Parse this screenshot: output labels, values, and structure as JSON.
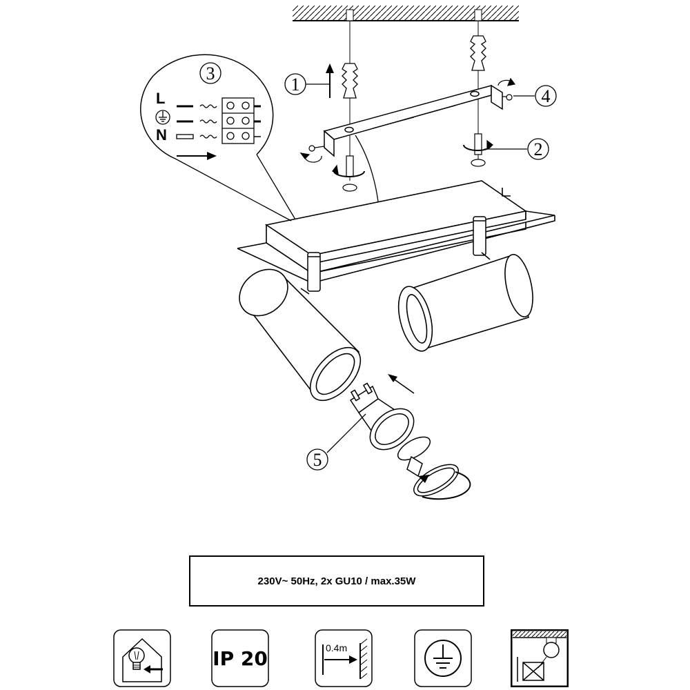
{
  "callouts": {
    "c1": "1",
    "c2": "2",
    "c3": "3",
    "c4": "4",
    "c5": "5"
  },
  "wiring": {
    "live": "L",
    "neutral": "N"
  },
  "spec": {
    "text": "230V~ 50Hz, 2x GU10 / max.35W"
  },
  "symbols": {
    "ip_rating": "IP 20",
    "min_distance": "0.4m",
    "icons": [
      "replace-bulb-icon",
      "ip20-icon",
      "min-distance-icon",
      "protective-earth-icon",
      "no-insulation-cover-icon"
    ]
  }
}
